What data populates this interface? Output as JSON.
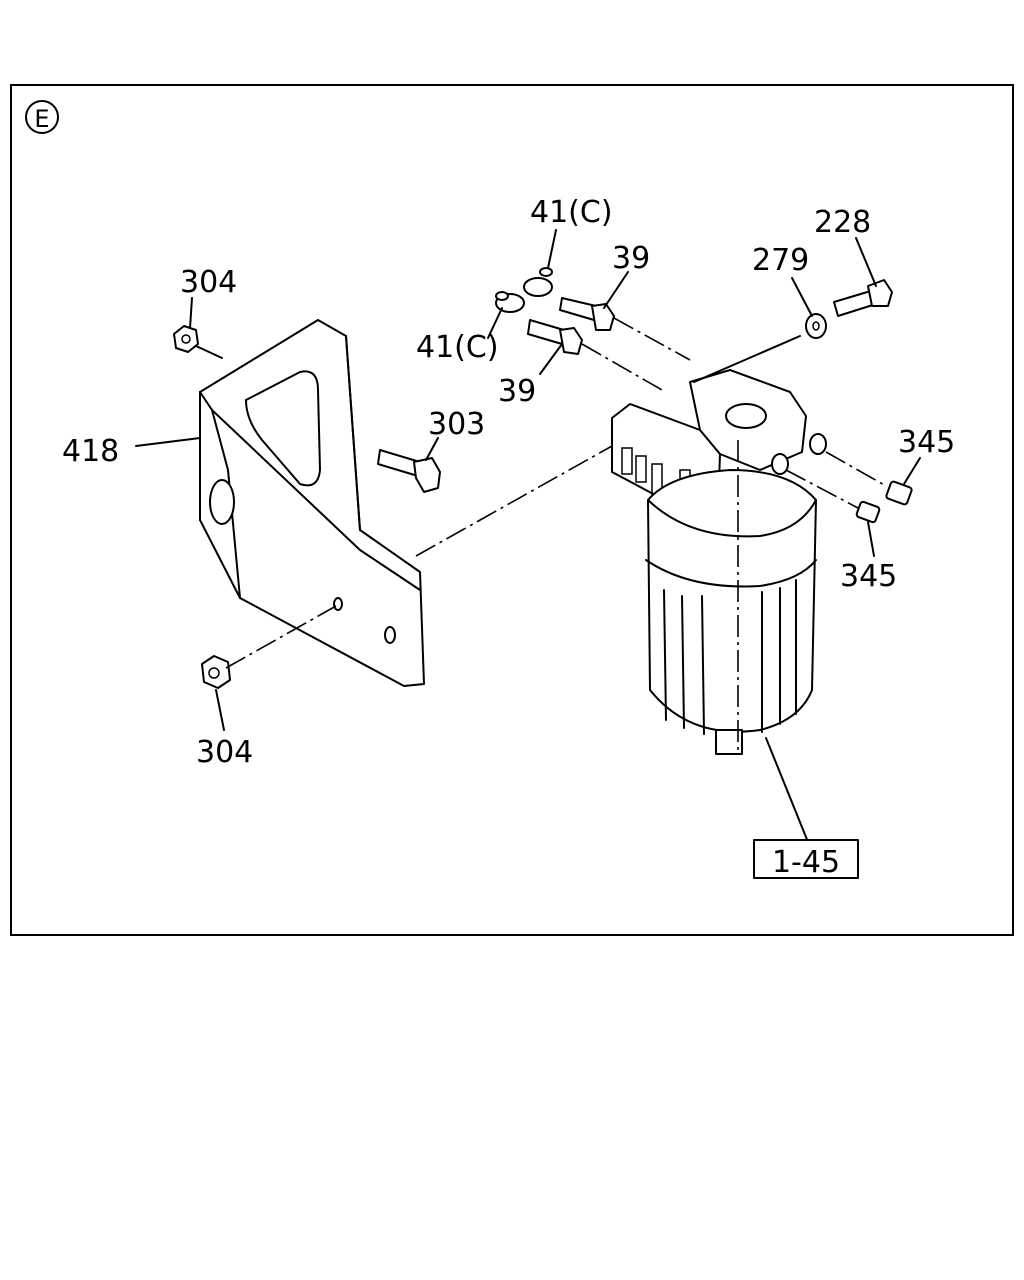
{
  "section_marker": "E",
  "labels": {
    "bracket": "418",
    "nut_top": "304",
    "nut_bottom": "304",
    "bolt_bracket": "303",
    "clip_upper": "41(C)",
    "clip_lower": "41(C)",
    "eyebolt_upper": "39",
    "eyebolt_lower": "39",
    "washer": "279",
    "bolt_top": "228",
    "plug_upper": "345",
    "plug_lower": "345",
    "assembly_ref": "1-45"
  }
}
